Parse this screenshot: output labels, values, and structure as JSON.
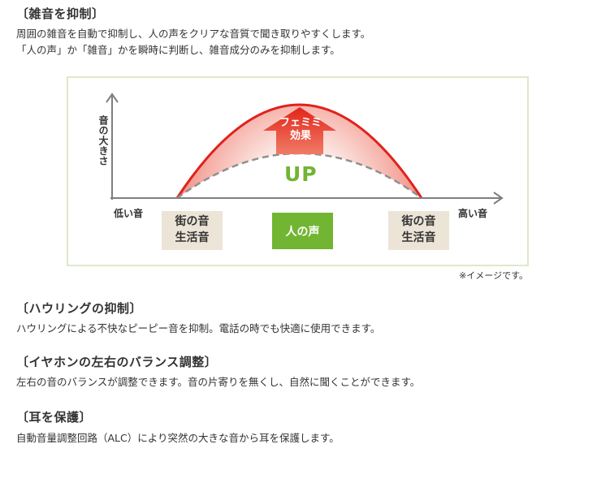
{
  "sections": [
    {
      "title": "〔雑音を抑制〕",
      "lines": [
        "周囲の雑音を自動で抑制し、人の声をクリアな音質で聞き取りやすくします。",
        "「人の声」か「雑音」かを瞬時に判断し、雑音成分のみを抑制します。"
      ]
    },
    {
      "title": "〔ハウリングの抑制〕",
      "lines": [
        "ハウリングによる不快なピーピー音を抑制。電話の時でも快適に使用できます。"
      ]
    },
    {
      "title": "〔イヤホンの左右のバランス調整〕",
      "lines": [
        "左右の音のバランスが調整できます。音の片寄りを無くし、自然に聞くことができます。"
      ]
    },
    {
      "title": "〔耳を保護〕",
      "lines": [
        "自動音量調整回路（ALC）により突然の大きな音から耳を保護します。"
      ]
    }
  ],
  "diagram": {
    "y_axis_label": "音の大きさ",
    "x_axis_low": "低い音",
    "x_axis_high": "高い音",
    "left_tag": [
      "街の音",
      "生活音"
    ],
    "right_tag": [
      "街の音",
      "生活音"
    ],
    "center_tag": "人の声",
    "effect_arrow": [
      "フェミミ",
      "効果"
    ],
    "up_label": "UP",
    "note": "※イメージです。"
  },
  "colors": {
    "curve_red": "#e0221c",
    "boost_green": "#71b532",
    "tag_beige": "#ece4d6",
    "frame_green": "#dde9c8",
    "dashed_gray": "#8f8f8f",
    "axis_gray": "#7f7f7f"
  }
}
